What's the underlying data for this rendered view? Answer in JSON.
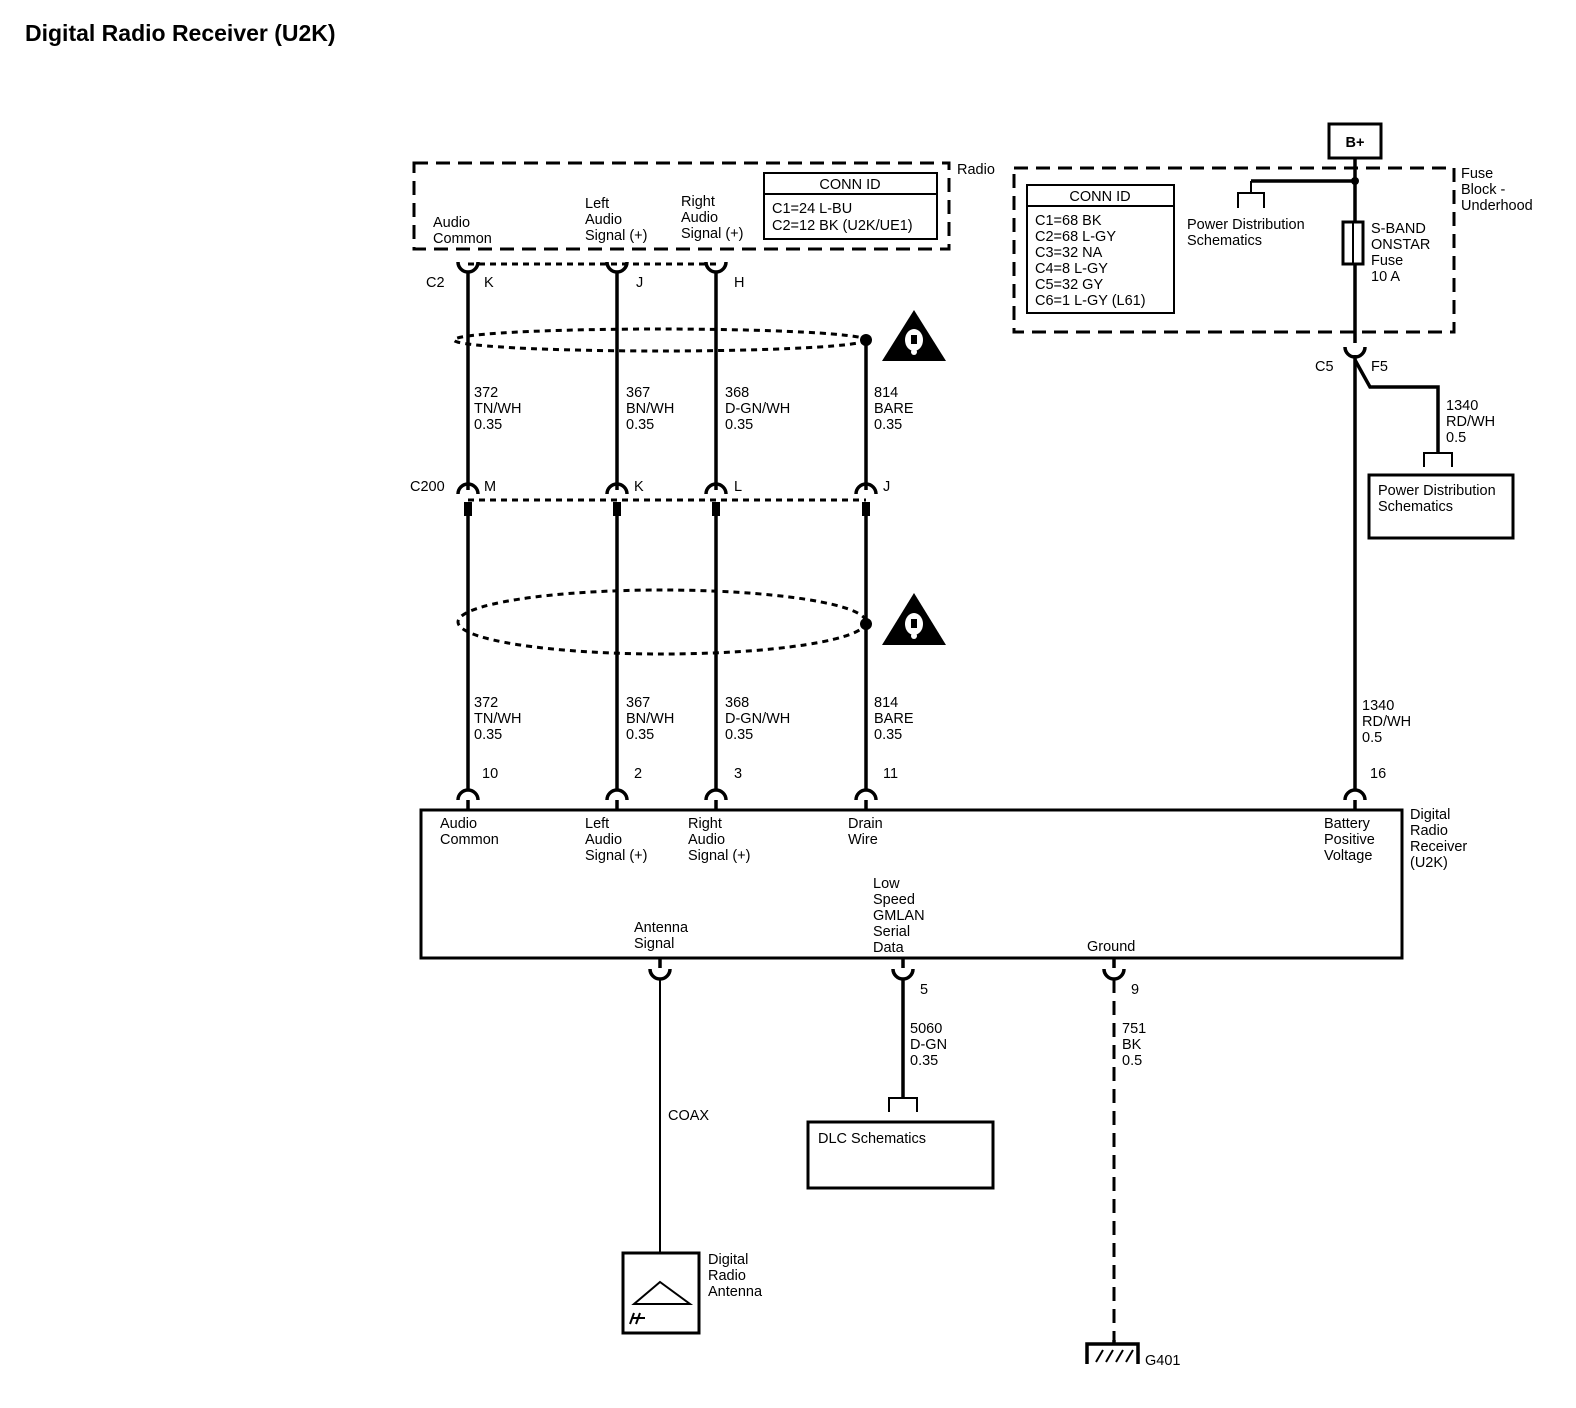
{
  "title": "Digital Radio Receiver (U2K)",
  "radio": {
    "label": "Radio",
    "pins": {
      "audio_common": [
        "Audio",
        "Common"
      ],
      "left": [
        "Left",
        "Audio",
        "Signal (+)"
      ],
      "right": [
        "Right",
        "Audio",
        "Signal (+)"
      ]
    },
    "conn_id": {
      "header": "CONN ID",
      "lines": [
        "C1=24 L-BU",
        "C2=12 BK (U2K/UE1)"
      ]
    },
    "connector": "C2",
    "pin_letters": [
      "K",
      "J",
      "H"
    ]
  },
  "fuse_block": {
    "label": [
      "Fuse",
      "Block -",
      "Underhood"
    ],
    "supply": "B+",
    "conn_id": {
      "header": "CONN ID",
      "lines": [
        "C1=68 BK",
        "C2=68 L-GY",
        "C3=32 NA",
        "C4=8 L-GY",
        "C5=32 GY",
        "C6=1 L-GY (L61)"
      ]
    },
    "power_dist": [
      "Power Distribution",
      "Schematics"
    ],
    "fuse": [
      "S-BAND",
      "ONSTAR",
      "Fuse",
      "10 A"
    ],
    "connector": "C5",
    "pin": "F5"
  },
  "upper_wires": [
    {
      "circuit": "372",
      "color": "TN/WH",
      "gauge": "0.35"
    },
    {
      "circuit": "367",
      "color": "BN/WH",
      "gauge": "0.35"
    },
    {
      "circuit": "368",
      "color": "D-GN/WH",
      "gauge": "0.35"
    },
    {
      "circuit": "814",
      "color": "BARE",
      "gauge": "0.35"
    }
  ],
  "c200": {
    "label": "C200",
    "pins": [
      "M",
      "K",
      "L",
      "J"
    ]
  },
  "lower_wires": [
    {
      "circuit": "372",
      "color": "TN/WH",
      "gauge": "0.35"
    },
    {
      "circuit": "367",
      "color": "BN/WH",
      "gauge": "0.35"
    },
    {
      "circuit": "368",
      "color": "D-GN/WH",
      "gauge": "0.35"
    },
    {
      "circuit": "814",
      "color": "BARE",
      "gauge": "0.35"
    }
  ],
  "branch_1340": {
    "circuit": "1340",
    "color": "RD/WH",
    "gauge": "0.5"
  },
  "power_dist_box": [
    "Power Distribution",
    "Schematics"
  ],
  "feed_1340": {
    "circuit": "1340",
    "color": "RD/WH",
    "gauge": "0.5"
  },
  "receiver": {
    "label": [
      "Digital",
      "Radio",
      "Receiver",
      "(U2K)"
    ],
    "top_pins": [
      "10",
      "2",
      "3",
      "11",
      "16"
    ],
    "pin_labels": {
      "audio_common": [
        "Audio",
        "Common"
      ],
      "left": [
        "Left",
        "Audio",
        "Signal (+)"
      ],
      "right": [
        "Right",
        "Audio",
        "Signal (+)"
      ],
      "drain": [
        "Drain",
        "Wire"
      ],
      "battery": [
        "Battery",
        "Positive",
        "Voltage"
      ],
      "antenna": [
        "Antenna",
        "Signal"
      ],
      "gmlan": [
        "Low",
        "Speed",
        "GMLAN",
        "Serial",
        "Data"
      ],
      "ground": [
        "Ground"
      ]
    },
    "bottom_pins": [
      "5",
      "9"
    ]
  },
  "coax": "COAX",
  "antenna": [
    "Digital",
    "Radio",
    "Antenna"
  ],
  "gmlan_wire": {
    "circuit": "5060",
    "color": "D-GN",
    "gauge": "0.35"
  },
  "dlc": "DLC Schematics",
  "ground_wire": {
    "circuit": "751",
    "color": "BK",
    "gauge": "0.5"
  },
  "ground_point": "G401",
  "warning_icon": "warning-triangle-icon",
  "ground_icon": "ground-symbol-icon",
  "antenna_icon": "antenna-icon"
}
